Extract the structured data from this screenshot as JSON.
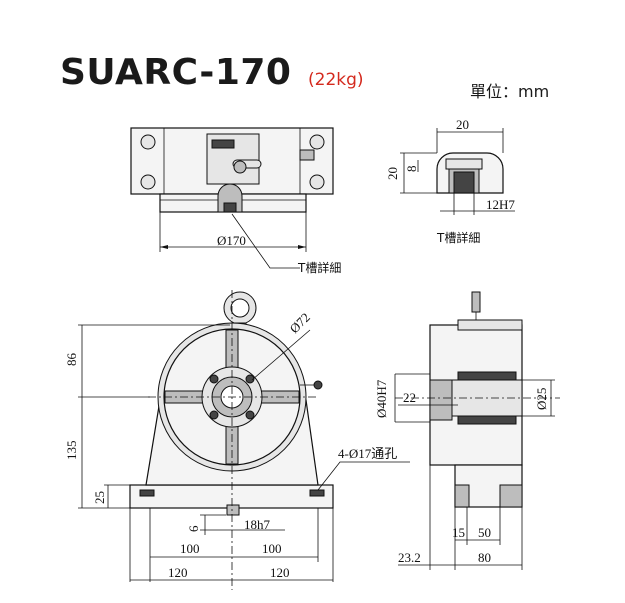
{
  "header": {
    "model": "SUARC-170",
    "weight": "(22kg)",
    "unit_label": "單位：mm"
  },
  "top_view": {
    "dim_diameter": "Ø170",
    "callout_tslot": "T槽詳細"
  },
  "tslot_detail": {
    "dim_width": "20",
    "dim_height": "20",
    "dim_depth": "8",
    "dim_slot": "12H7",
    "caption": "T槽詳細"
  },
  "front_view": {
    "dim_pcd": "Ø72",
    "dim_upper_height": "86",
    "dim_center_height": "135",
    "dim_base_height": "25",
    "callout_holes": "4-Ø17通孔",
    "dim_key_depth": "6",
    "dim_key_width": "18h7",
    "dim_hole_left": "100",
    "dim_hole_right": "100",
    "dim_base_left": "120",
    "dim_base_right": "120"
  },
  "side_view": {
    "dim_bore": "Ø40H7",
    "dim_bore_depth": "22",
    "dim_through": "Ø25",
    "dim_offset": "23.2",
    "dim_key_offset": "15",
    "dim_key_pitch": "50",
    "dim_total": "80"
  },
  "colors": {
    "accent": "#d42a1e",
    "line": "#111111",
    "body": "#f4f4f4"
  }
}
